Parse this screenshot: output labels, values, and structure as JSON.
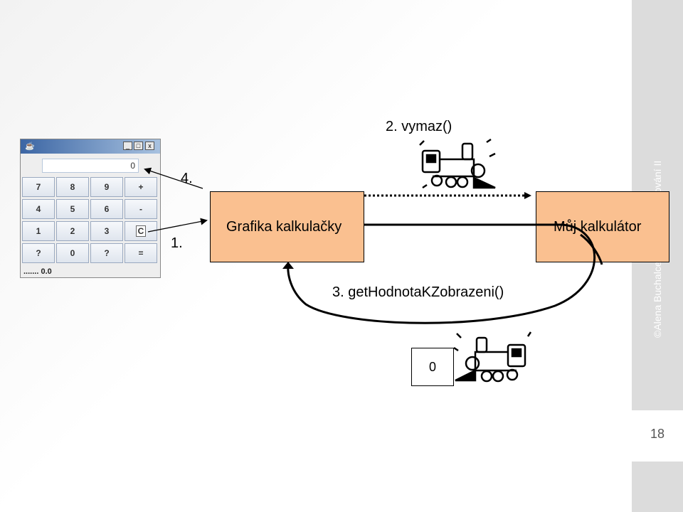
{
  "sidebar": {
    "vertical_text": "©Alena Buchalcevová - Programování II",
    "page_number": "18"
  },
  "calculator": {
    "display_value": "0",
    "window_buttons": [
      "_",
      "□",
      "x"
    ],
    "keys": [
      "7",
      "8",
      "9",
      "+",
      "4",
      "5",
      "6",
      "-",
      "1",
      "2",
      "3",
      "C",
      "?",
      "0",
      "?",
      "="
    ],
    "status": "....... 0.0"
  },
  "steps": {
    "s1": "1.",
    "s2": "2. vymaz()",
    "s3": "3. getHodnotaKZobrazeni()",
    "s4": "4."
  },
  "boxes": {
    "left": "Grafika kalkulačky",
    "right": "Můj kalkulátor"
  },
  "returned_value": "0",
  "colors": {
    "box_fill": "#fac090",
    "sidebar": "#dcdcdc"
  }
}
